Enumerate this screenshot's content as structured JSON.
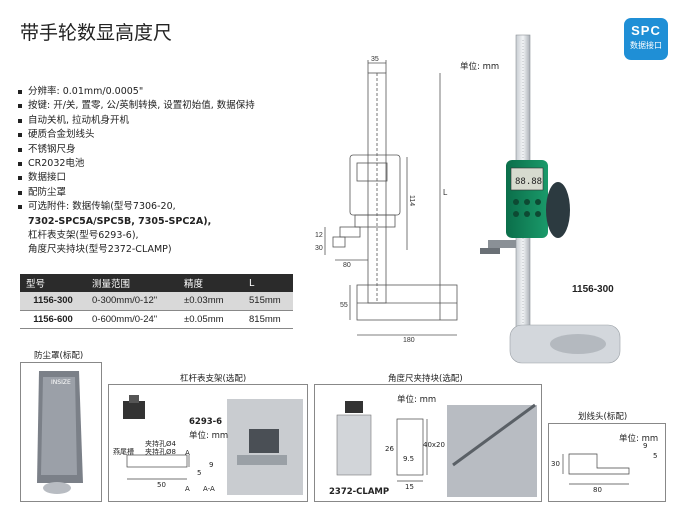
{
  "title": "带手轮数显高度尺",
  "spc_badge": {
    "line1": "SPC",
    "line2": "数据接口"
  },
  "unit_main": "单位: mm",
  "features": [
    "分辨率: 0.01mm/0.0005\"",
    "按键: 开/关, 置零, 公/英制转换, 设置初始值, 数据保持",
    "自动关机, 拉动机身开机",
    "硬质合金划线头",
    "不锈钢尺身",
    "CR2032电池",
    "数据接口",
    "配防尘罩",
    "可选附件: 数据传输(型号7306-20,"
  ],
  "features_cont": [
    "7302-SPC5A/SPC5B, 7305-SPC2A),",
    "杠杆表支架(型号6293-6),",
    "角度尺夹持块(型号2372-CLAMP)"
  ],
  "table": {
    "headers": [
      "型号",
      "测量范围",
      "精度",
      "L"
    ],
    "rows": [
      [
        "1156-300",
        "0-300mm/0-12\"",
        "±0.03mm",
        "515mm"
      ],
      [
        "1156-600",
        "0-600mm/0-24\"",
        "±0.05mm",
        "815mm"
      ]
    ]
  },
  "drawing": {
    "dim_35": "35",
    "dim_L": "L",
    "dim_114": "114",
    "dim_30": "30",
    "dim_12": "12",
    "dim_80": "80",
    "dim_55": "55",
    "dim_180": "180"
  },
  "model_label": "1156-300",
  "panels": {
    "dust_cover": "防尘罩(标配)",
    "lever_stand": "杠杆表支架(选配)",
    "clamp": "角度尺夹持块(选配)",
    "scriber": "划线头(标配)"
  },
  "lever_details": {
    "code": "6293-6",
    "unit": "单位: mm",
    "dovetail": "燕尾槽",
    "hole1": "夹持孔Ø4",
    "hole2": "夹持孔Ø8",
    "d50": "50",
    "d9": "9",
    "d5": "5",
    "section": "A-A",
    "a1": "A",
    "a2": "A"
  },
  "clamp_details": {
    "unit": "单位: mm",
    "code": "2372-CLAMP",
    "d26": "26",
    "d95": "9.5",
    "d40x20": "40x20",
    "d15": "15"
  },
  "scriber_details": {
    "unit": "单位: mm",
    "d9": "9",
    "d5": "5",
    "d30": "30",
    "d80": "80"
  },
  "cover_brand": "INSIZE"
}
